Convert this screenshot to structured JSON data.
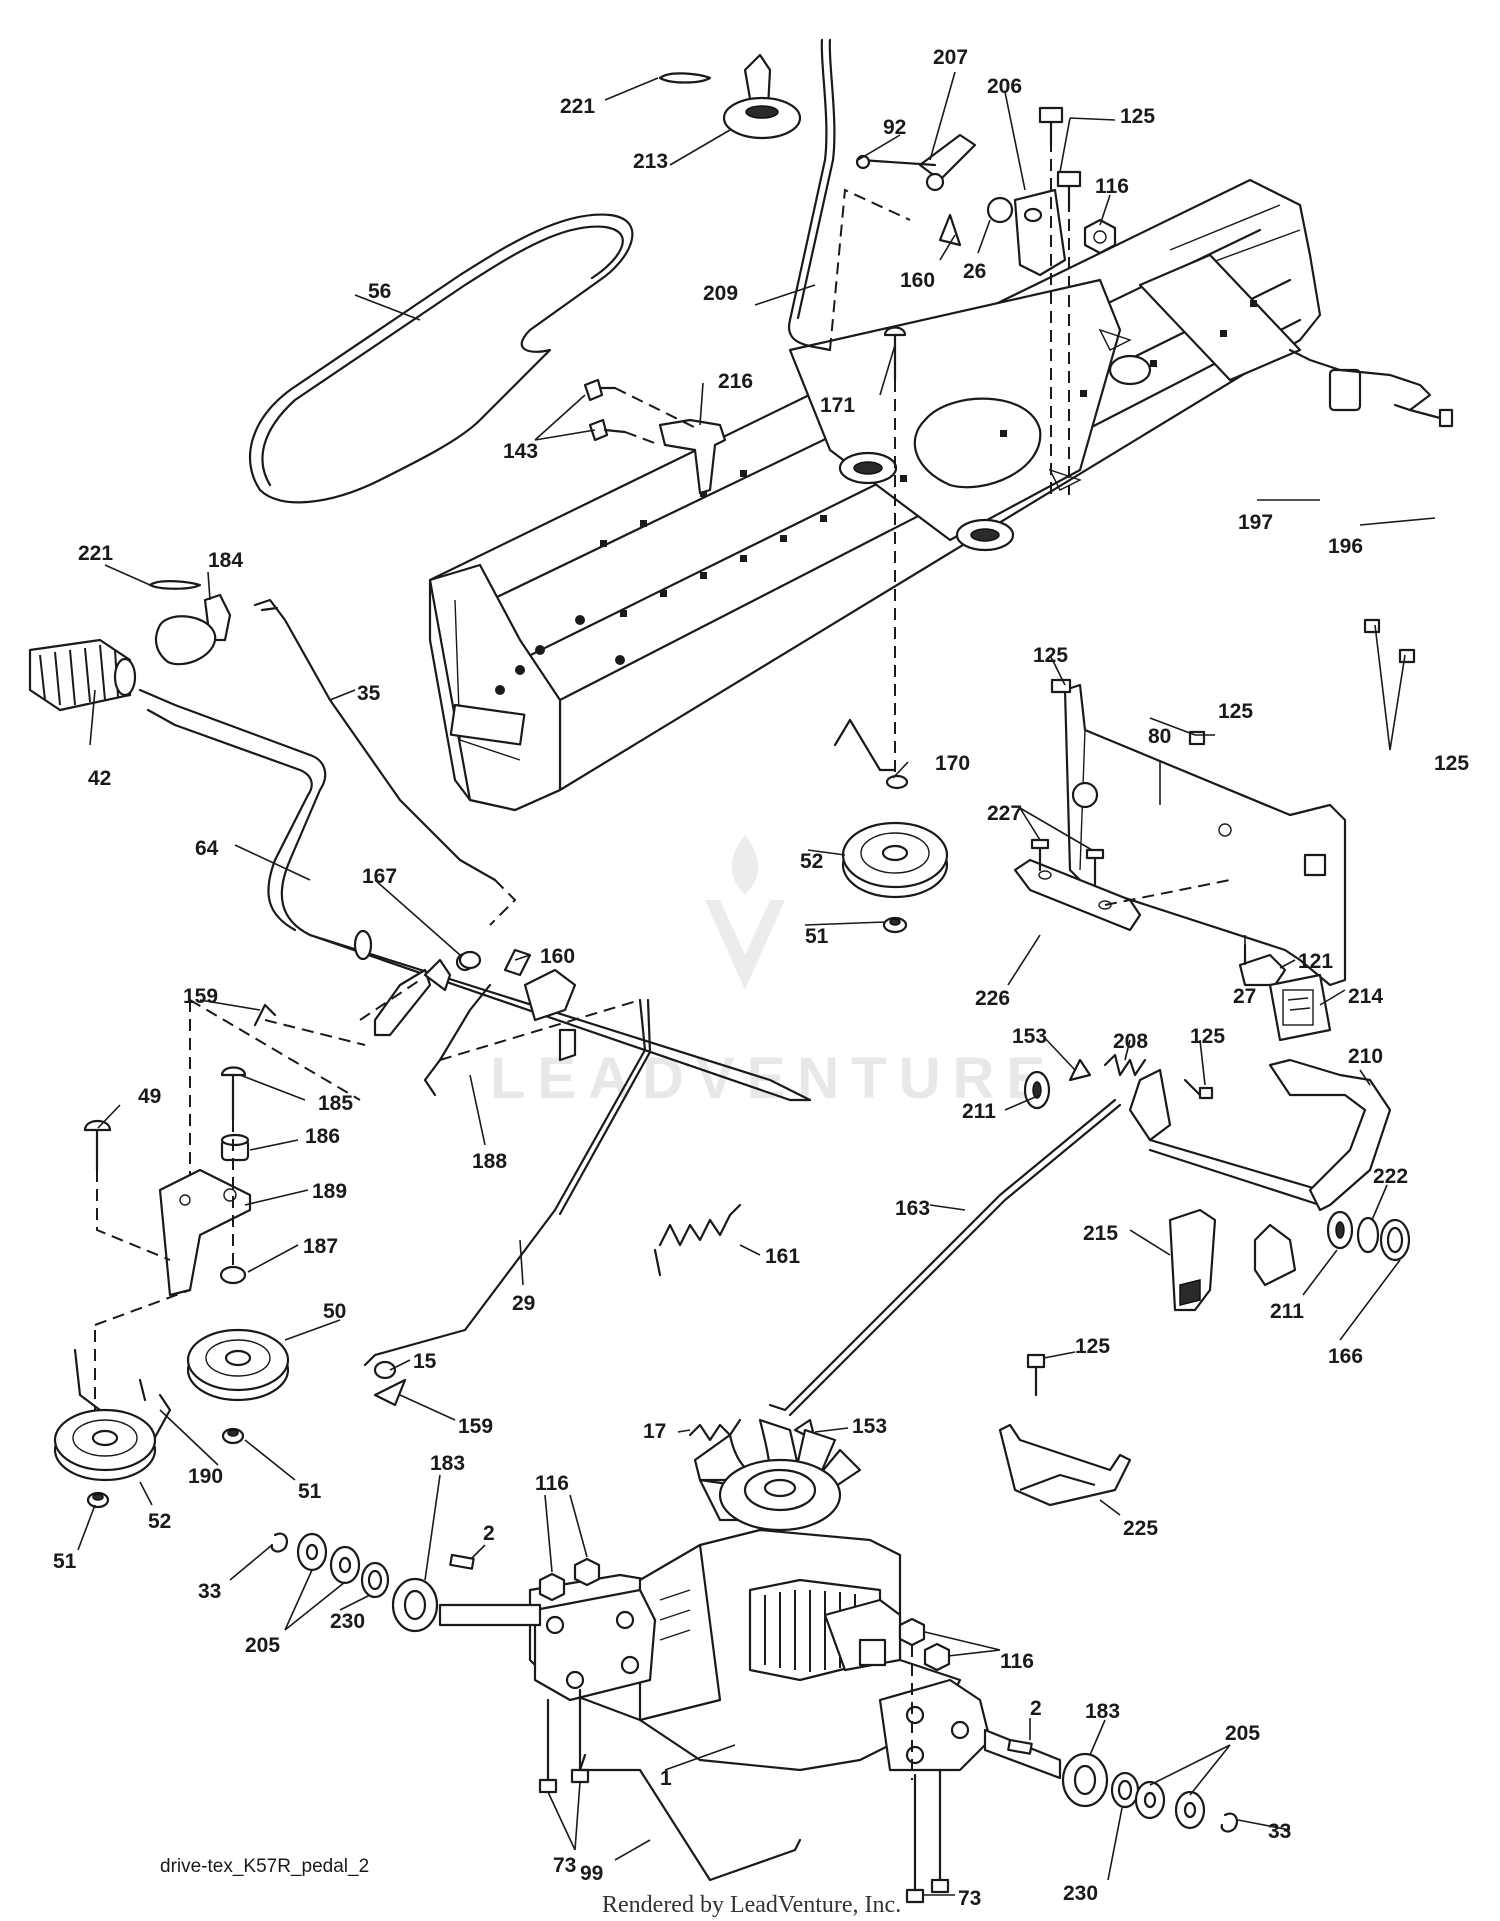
{
  "diagram": {
    "caption": "drive-tex_K57R_pedal_2",
    "footer": "Rendered by LeadVenture, Inc.",
    "watermark": "LEADVENTURE",
    "labels": {
      "p221a": "221",
      "p213": "213",
      "p207": "207",
      "p206": "206",
      "p125a": "125",
      "p92": "92",
      "p116a": "116",
      "p56": "56",
      "p160a": "160",
      "p26": "26",
      "p209": "209",
      "p216": "216",
      "p171": "171",
      "p143": "143",
      "p197": "197",
      "p196": "196",
      "p221b": "221",
      "p184": "184",
      "p35": "35",
      "p42": "42",
      "p125b": "125",
      "p80": "80",
      "p125c": "125",
      "p125d": "125",
      "p170": "170",
      "p227": "227",
      "p52a": "52",
      "p64": "64",
      "p167": "167",
      "p160b": "160",
      "p51a": "51",
      "p226": "226",
      "p27": "27",
      "p121": "121",
      "p159a": "159",
      "p214": "214",
      "p153a": "153",
      "p208": "208",
      "p125e": "125",
      "p210": "210",
      "p49": "49",
      "p185": "185",
      "p211a": "211",
      "p188": "188",
      "p186": "186",
      "p189": "189",
      "p222": "222",
      "p163": "163",
      "p161": "161",
      "p215": "215",
      "p187": "187",
      "p29": "29",
      "p211b": "211",
      "p166": "166",
      "p50": "50",
      "p15": "15",
      "p125f": "125",
      "p159b": "159",
      "p190": "190",
      "p51b": "51",
      "p17": "17",
      "p153b": "153",
      "p52b": "52",
      "p183a": "183",
      "p51c": "51",
      "p116b": "116",
      "p2a": "2",
      "p225": "225",
      "p33a": "33",
      "p205a": "205",
      "p230a": "230",
      "p116c": "116",
      "p2b": "2",
      "p183b": "183",
      "p1": "1",
      "p205b": "205",
      "p73a": "73",
      "p33b": "33",
      "p73b": "73",
      "p99": "99",
      "p230b": "230"
    }
  }
}
